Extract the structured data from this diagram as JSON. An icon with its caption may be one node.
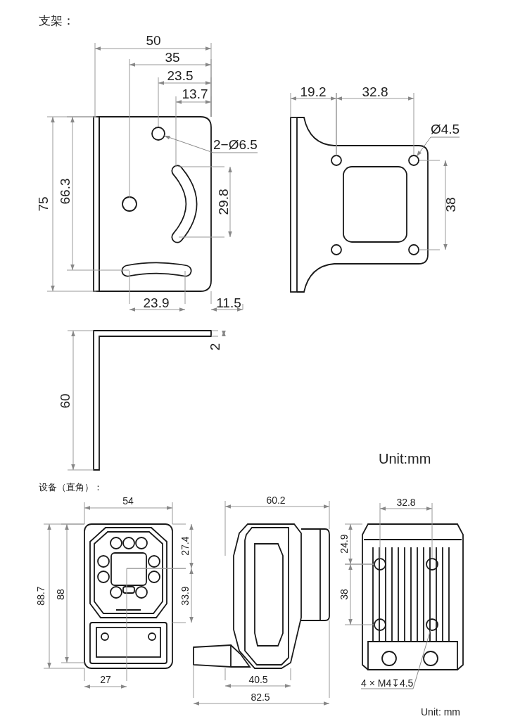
{
  "diagram": {
    "nodes": [
      {
        "text": [
          "2−Ø6.5"
        ]
      },
      {
        "text": [],
        "shape": "circle"
      },
      {
        "text": [
          "Ø4.5"
        ]
      },
      {
        "text": [],
        "shape": "circle"
      },
      {
        "text": [
          "4 × M4↧4.5"
        ]
      },
      {
        "text": [],
        "shape": "circle"
      }
    ],
    "edges": [
      {
        "from": 0,
        "to": 1,
        "arrow": "to"
      },
      {
        "from": 2,
        "to": 3,
        "arrow": "to"
      },
      {
        "from": 4,
        "to": 5,
        "arrow": "none"
      }
    ],
    "labels": [
      "支架：",
      "50",
      "35",
      "23.5",
      "13.7",
      "75",
      "66.3",
      "29.8",
      "23.9",
      "11.5",
      "19.2",
      "32.8",
      "38",
      "2",
      "60",
      "Unit:mm",
      "设备（直角）：",
      "54",
      "60.2",
      "32.8",
      "88.7",
      "88",
      "27.4",
      "33.9",
      "24.9",
      "38",
      "27",
      "40.5",
      "82.5",
      "Unit: mm"
    ]
  }
}
